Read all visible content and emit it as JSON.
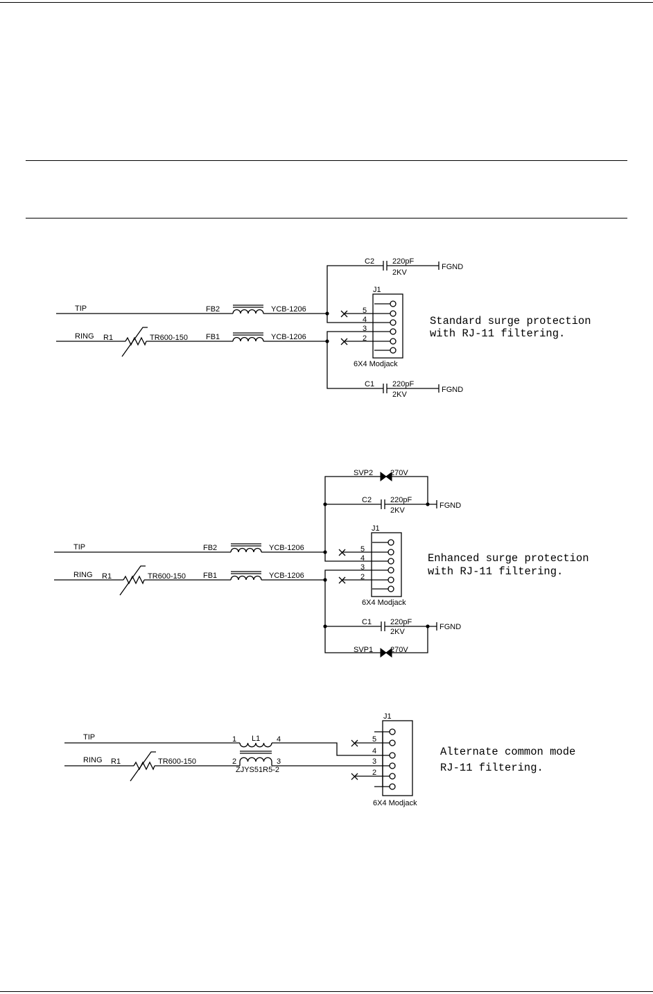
{
  "diagrams": [
    {
      "caption_line1": "Standard surge protection",
      "caption_line2": "with RJ-11 filtering.",
      "tip": "TIP",
      "ring": "RING",
      "r1": "R1",
      "r1_part": "TR600-150",
      "fb2": "FB2",
      "fb1": "FB1",
      "fb_part_top": "YCB-1206",
      "fb_part_bot": "YCB-1206",
      "c2": "C2",
      "c1": "C1",
      "cap_value_top": "220pF",
      "cap_rating_top": "2KV",
      "cap_value_bot": "220pF",
      "cap_rating_bot": "2KV",
      "fgnd_top": "FGND",
      "fgnd_bot": "FGND",
      "j1": "J1",
      "jack": "6X4 Modjack",
      "pins": [
        "5",
        "4",
        "3",
        "2"
      ]
    },
    {
      "caption_line1": "Enhanced surge protection",
      "caption_line2": "with RJ-11 filtering.",
      "tip": "TIP",
      "ring": "RING",
      "r1": "R1",
      "r1_part": "TR600-150",
      "fb2": "FB2",
      "fb1": "FB1",
      "fb_part_top": "YCB-1206",
      "fb_part_bot": "YCB-1206",
      "c2": "C2",
      "c1": "C1",
      "cap_value_top": "220pF",
      "cap_rating_top": "2KV",
      "cap_value_bot": "220pF",
      "cap_rating_bot": "2KV",
      "fgnd_top": "FGND",
      "fgnd_bot": "FGND",
      "svp2": "SVP2",
      "svp1": "SVP1",
      "svp_value_top": "270V",
      "svp_value_bot": "270V",
      "j1": "J1",
      "jack": "6X4 Modjack",
      "pins": [
        "5",
        "4",
        "3",
        "2"
      ]
    },
    {
      "caption_line1": "Alternate common mode",
      "caption_line2": "RJ-11 filtering.",
      "tip": "TIP",
      "ring": "RING",
      "r1": "R1",
      "r1_part": "TR600-150",
      "l1": "L1",
      "l1_part": "ZJYS51R5-2",
      "l1_pins": [
        "1",
        "4",
        "2",
        "3"
      ],
      "j1": "J1",
      "jack": "6X4 Modjack",
      "pins": [
        "5",
        "4",
        "3",
        "2"
      ]
    }
  ]
}
